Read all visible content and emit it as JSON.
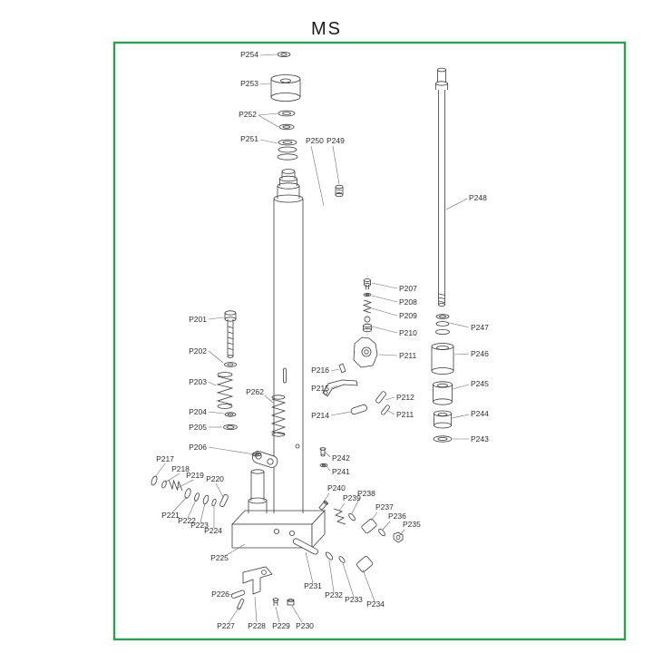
{
  "title": "MS",
  "frame_color": "#2f9e52",
  "labels": {
    "p201": "P201",
    "p202": "P202",
    "p203": "P203",
    "p204": "P204",
    "p205": "P205",
    "p206": "P206",
    "p207": "P207",
    "p208": "P208",
    "p209": "P209",
    "p210": "P210",
    "p211": "P211",
    "p211b": "P211",
    "p212": "P212",
    "p214": "P214",
    "p215": "P215",
    "p216": "P216",
    "p217": "P217",
    "p218": "P218",
    "p219": "P219",
    "p220": "P220",
    "p221": "P221",
    "p222": "P222",
    "p223": "P223",
    "p224": "P224",
    "p225": "P225",
    "p226": "P226",
    "p227": "P227",
    "p228": "P228",
    "p229": "P229",
    "p230": "P230",
    "p231": "P231",
    "p232": "P232",
    "p233": "P233",
    "p234": "P234",
    "p235": "P235",
    "p236": "P236",
    "p237": "P237",
    "p238": "P238",
    "p239": "P239",
    "p240": "P240",
    "p241": "P241",
    "p242": "P242",
    "p243": "P243",
    "p244": "P244",
    "p245": "P245",
    "p246": "P246",
    "p247": "P247",
    "p248": "P248",
    "p249": "P249",
    "p250": "P250",
    "p251": "P251",
    "p252": "P252",
    "p253": "P253",
    "p254": "P254",
    "p262": "P262"
  }
}
